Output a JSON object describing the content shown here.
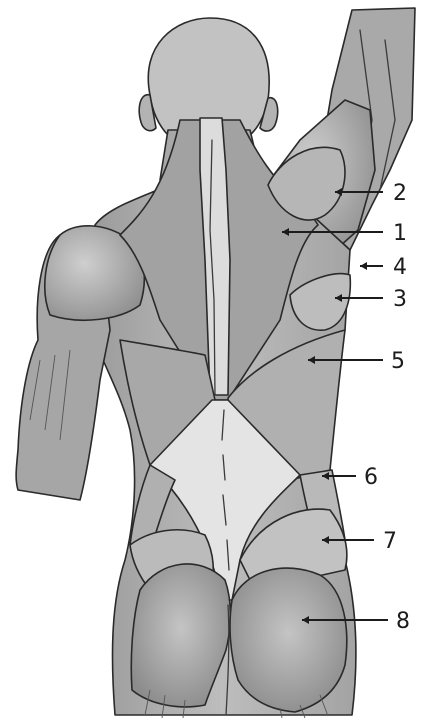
{
  "labels": [
    {
      "number": "1"
    },
    {
      "number": "2"
    },
    {
      "number": "3"
    },
    {
      "number": "4"
    },
    {
      "number": "5"
    },
    {
      "number": "6"
    },
    {
      "number": "7"
    },
    {
      "number": "8"
    }
  ],
  "colors": {
    "skin": "#b9b9b9",
    "skin_dark": "#8f8f8f",
    "skin_light": "#d6d6d6",
    "fascia": "#e7e7e7",
    "ink": "#1c1c1c"
  }
}
